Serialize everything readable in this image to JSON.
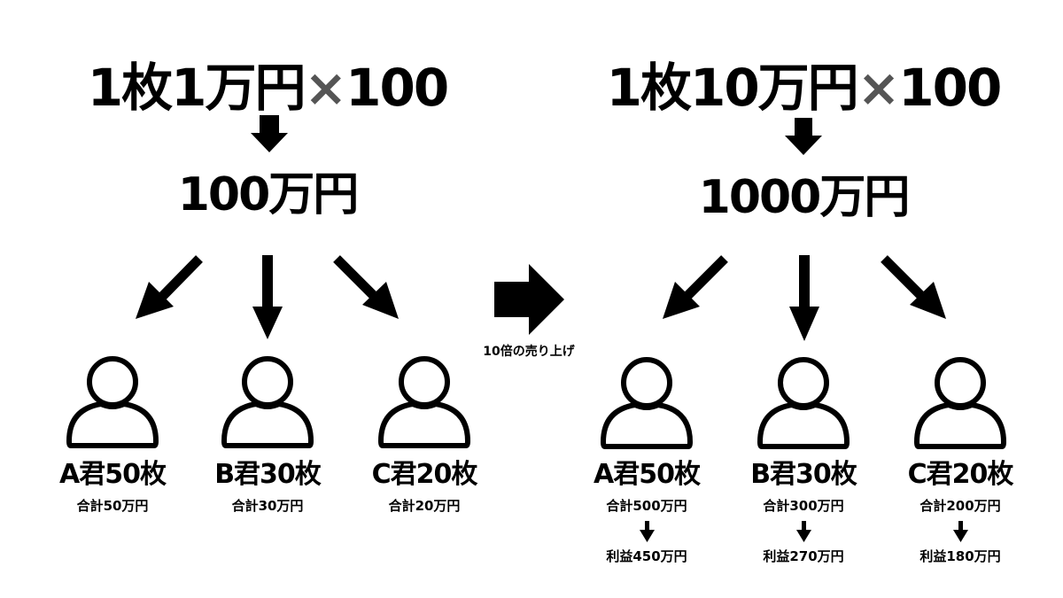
{
  "left": {
    "formula": {
      "unit_price": "1枚1万円",
      "times": "×",
      "quantity": "100"
    },
    "total": "100万円",
    "people": [
      {
        "name": "A君50枚",
        "sum": "合計50万円"
      },
      {
        "name": "B君30枚",
        "sum": "合計30万円"
      },
      {
        "name": "C君20枚",
        "sum": "合計20万円"
      }
    ]
  },
  "middle": {
    "caption": "10倍の売り上げ"
  },
  "right": {
    "formula": {
      "unit_price": "1枚10万円",
      "times": "×",
      "quantity": "100"
    },
    "total": "1000万円",
    "people": [
      {
        "name": "A君50枚",
        "sum": "合計500万円",
        "profit": "利益450万円"
      },
      {
        "name": "B君30枚",
        "sum": "合計300万円",
        "profit": "利益270万円"
      },
      {
        "name": "C君20枚",
        "sum": "合計200万円",
        "profit": "利益180万円"
      }
    ]
  },
  "colors": {
    "ink": "#000000",
    "times_mark": "#555555",
    "background": "#ffffff"
  }
}
